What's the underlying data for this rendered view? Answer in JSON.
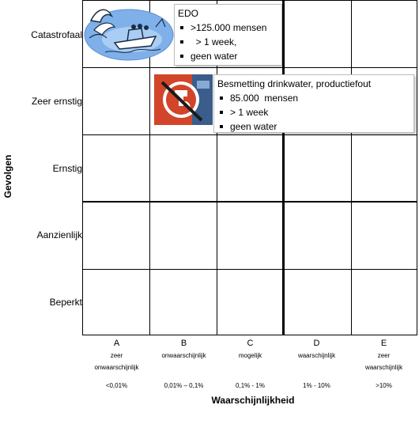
{
  "y_axis": {
    "title": "Gevolgen"
  },
  "x_axis": {
    "title": "Waarschijnlijkheid"
  },
  "rows": [
    {
      "label": "Catastrofaal"
    },
    {
      "label": "Zeer ernstig"
    },
    {
      "label": "Ernstig"
    },
    {
      "label": "Aanzienlijk"
    },
    {
      "label": "Beperkt"
    }
  ],
  "columns": [
    {
      "letter": "A",
      "desc1": "zeer",
      "desc2": "onwaarschijnlijk",
      "range": "<0,01%"
    },
    {
      "letter": "B",
      "desc1": "onwaarschijnlijk",
      "desc2": "",
      "range": "0,01% – 0,1%"
    },
    {
      "letter": "C",
      "desc1": "mogelijk",
      "desc2": "",
      "range": "0,1% - 1%"
    },
    {
      "letter": "D",
      "desc1": "waarschijnlijk",
      "desc2": "",
      "range": "1% - 10%"
    },
    {
      "letter": "E",
      "desc1": "zeer",
      "desc2": "waarschijnlijk",
      "range": ">10%"
    }
  ],
  "callouts": {
    "edo": {
      "title": "EDO",
      "items": [
        ">125.000  mensen",
        "  > 1 week,",
        "geen water"
      ]
    },
    "besmetting": {
      "title": "Besmetting drinkwater, productiefout",
      "items": [
        "85.000  mensen",
        "> 1 week",
        "geen water"
      ]
    }
  },
  "icons": {
    "flood": "flood-boat-icon",
    "no_water": "no-water-tap-icon"
  }
}
